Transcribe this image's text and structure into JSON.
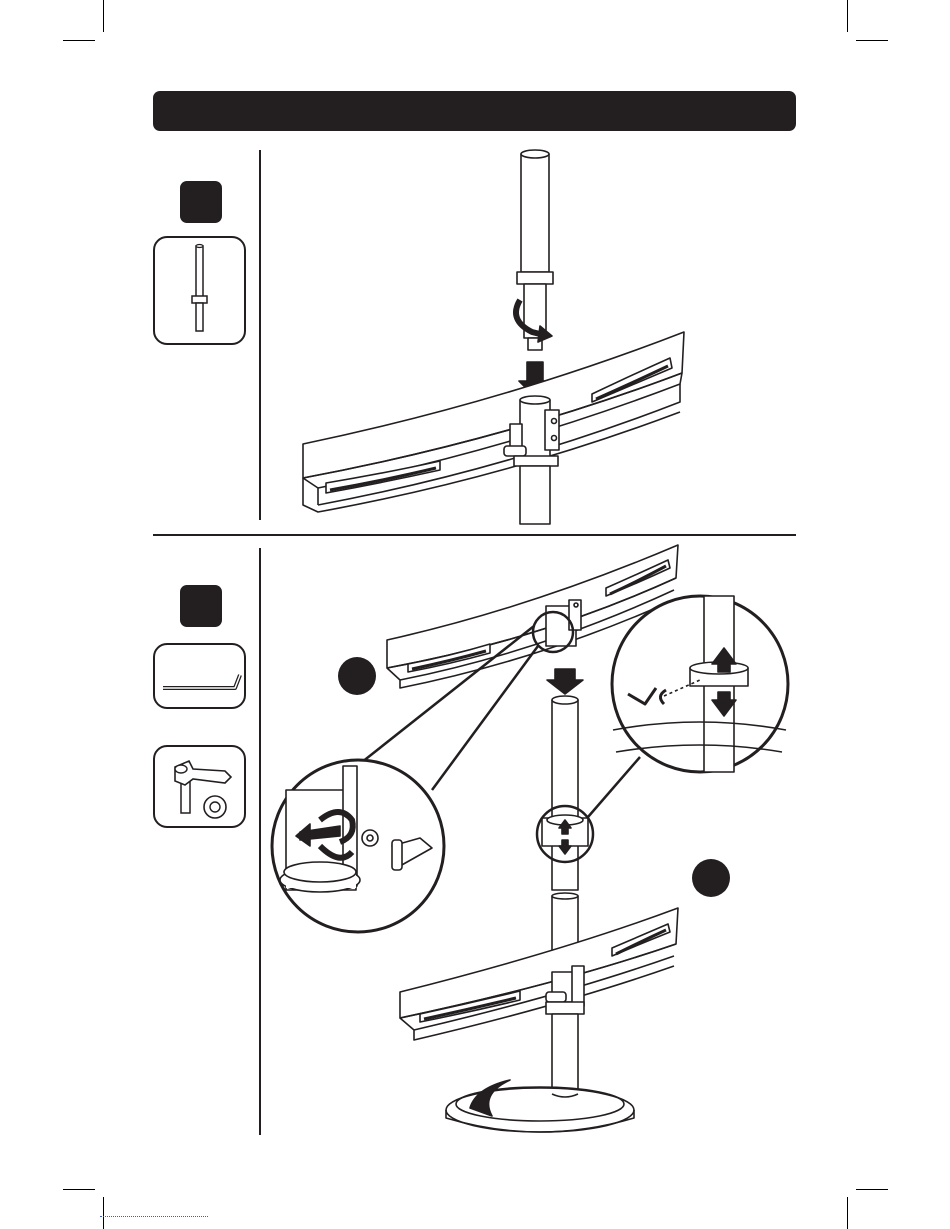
{
  "header": {
    "title": ""
  },
  "steps": [
    {
      "number": "",
      "part": "extension-pole"
    },
    {
      "number": "",
      "parts": [
        "hex-key",
        "lever-screw-and-washer"
      ]
    }
  ],
  "callouts": [
    "",
    ""
  ],
  "colors": {
    "ink": "#231f20",
    "paper": "#ffffff",
    "link": "#3a5bd0"
  }
}
